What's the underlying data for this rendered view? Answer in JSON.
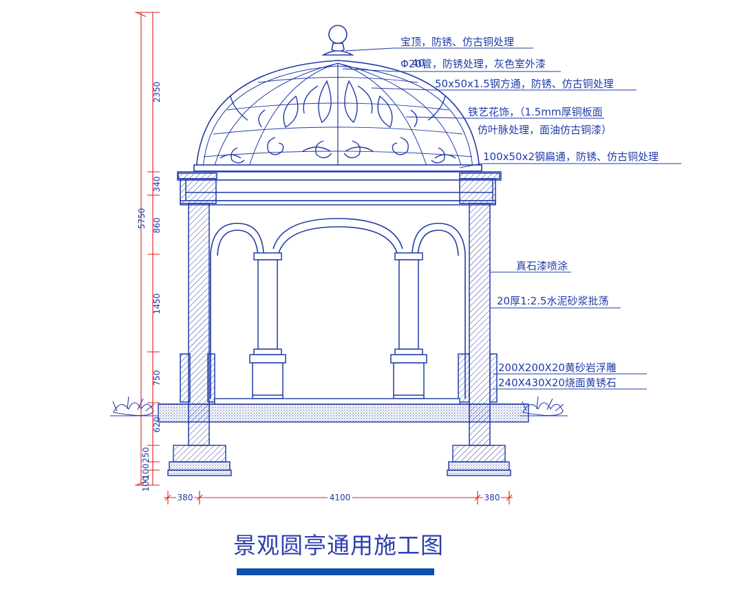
{
  "title": "景观圆亭通用施工图",
  "annotations": [
    {
      "text": "宝顶，防锈、仿古铜处理"
    },
    {
      "text": "Φ20管，防锈处理，灰色室外漆",
      "overprint": "40"
    },
    {
      "text": "50x50x1.5钢方通，防锈、仿古铜处理"
    },
    {
      "text": "铁艺花饰，（1.5mm厚铜板面"
    },
    {
      "text": "仿叶脉处理，面油仿古铜漆）"
    },
    {
      "text": "100x50x2钢扁通，防锈、仿古铜处理"
    },
    {
      "text": "真石漆喷涂"
    },
    {
      "text": "20厚1:2.5水泥砂浆批荡"
    },
    {
      "text": "200X200X20黄砂岩浮雕"
    },
    {
      "text": "240X430X20烧面黄锈石"
    }
  ],
  "vertical_dimensions": {
    "total": "5750",
    "segments": [
      "2350",
      "340",
      "860",
      "1450",
      "750",
      "620",
      "250",
      "100",
      "100"
    ]
  },
  "horizontal_dimensions": [
    "380",
    "4100",
    "380"
  ],
  "colors": {
    "line": "#1f3aa8",
    "dim": "#e01b1b",
    "hatch": "#2c3fa6",
    "title_bar": "#0c4fae"
  }
}
